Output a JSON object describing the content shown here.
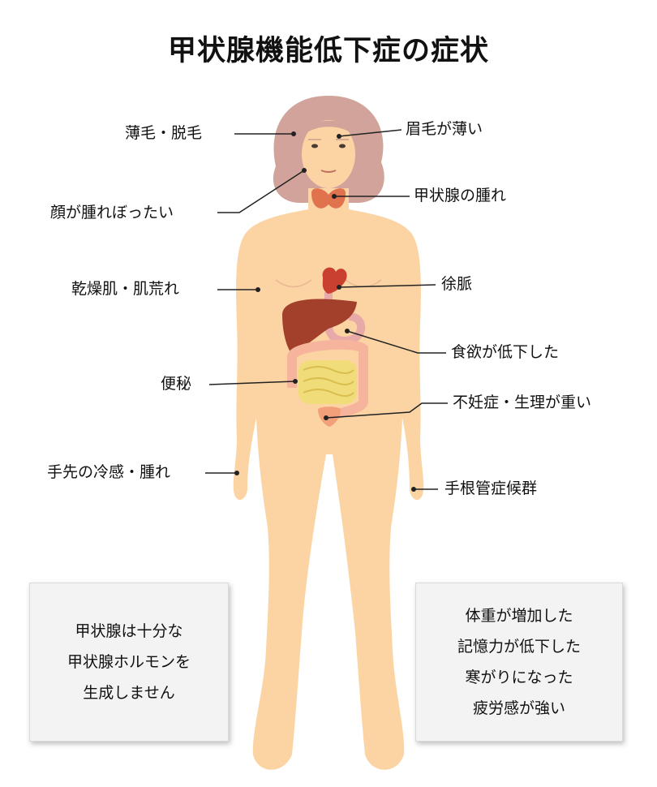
{
  "title": "甲状腺機能低下症の症状",
  "labels": {
    "hair_loss": "薄毛・脱毛",
    "thin_eyebrows": "眉毛が薄い",
    "puffy_face": "顔が腫れぼったい",
    "thyroid_swelling": "甲状腺の腫れ",
    "dry_skin": "乾燥肌・肌荒れ",
    "bradycardia": "徐脈",
    "appetite_loss": "食欲が低下した",
    "constipation": "便秘",
    "infertility": "不妊症・生理が重い",
    "cold_hands": "手先の冷感・腫れ",
    "carpal_tunnel": "手根管症候群"
  },
  "note_left": {
    "lines": [
      "甲状腺は十分な",
      "甲状腺ホルモンを",
      "生成しません"
    ]
  },
  "note_right": {
    "lines": [
      "体重が増加した",
      "記憶力が低下した",
      "寒がりになった",
      "疲労感が強い"
    ]
  },
  "colors": {
    "skin": "#fcd4a4",
    "hair": "#d2a39b",
    "thyroid": "#e0734e",
    "liver": "#a2402c",
    "intestine": "#f0dc78",
    "colon": "#f5b49b"
  }
}
